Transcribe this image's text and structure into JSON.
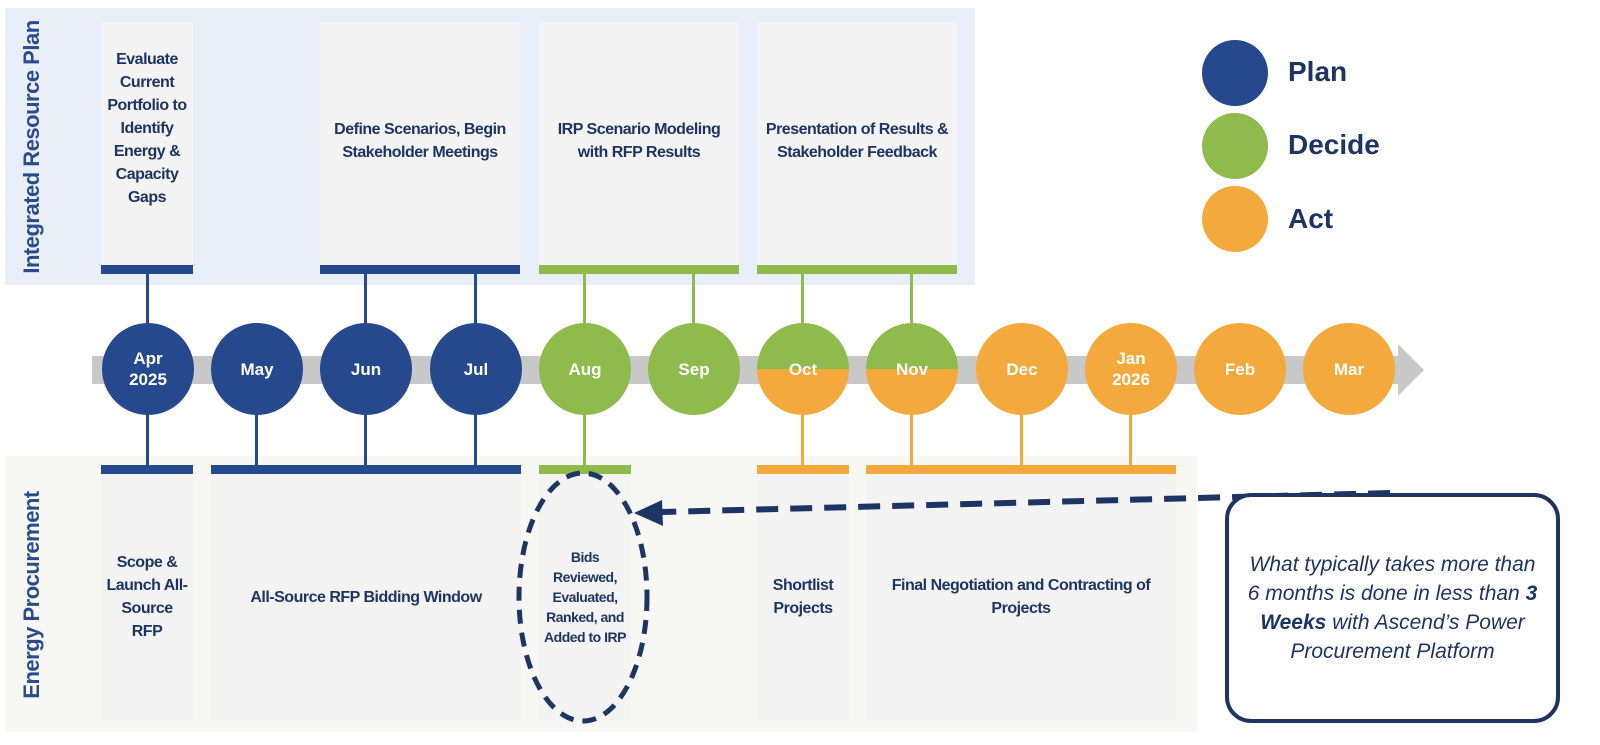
{
  "colors": {
    "plan": "#26498e",
    "decide": "#8fba4c",
    "act": "#f3a93b",
    "arrow": "#c8c8c8",
    "text": "#1e3563"
  },
  "side_labels": {
    "top": "Integrated Resource Plan",
    "bottom": "Energy Procurement"
  },
  "legend": [
    {
      "label": "Plan",
      "color": "#26498e"
    },
    {
      "label": "Decide",
      "color": "#8fba4c"
    },
    {
      "label": "Act",
      "color": "#f3a93b"
    }
  ],
  "months": [
    {
      "line1": "Apr",
      "line2": "2025",
      "phase": "plan"
    },
    {
      "line1": "May",
      "line2": "",
      "phase": "plan"
    },
    {
      "line1": "Jun",
      "line2": "",
      "phase": "plan"
    },
    {
      "line1": "Jul",
      "line2": "",
      "phase": "plan"
    },
    {
      "line1": "Aug",
      "line2": "",
      "phase": "decide"
    },
    {
      "line1": "Sep",
      "line2": "",
      "phase": "decide"
    },
    {
      "line1": "Oct",
      "line2": "",
      "phase": "split"
    },
    {
      "line1": "Nov",
      "line2": "",
      "phase": "split"
    },
    {
      "line1": "Dec",
      "line2": "",
      "phase": "act"
    },
    {
      "line1": "Jan",
      "line2": "2026",
      "phase": "act"
    },
    {
      "line1": "Feb",
      "line2": "",
      "phase": "act"
    },
    {
      "line1": "Mar",
      "line2": "",
      "phase": "act"
    }
  ],
  "irp_tasks": [
    {
      "text": "Evaluate Current Portfolio to Identify Energy & Capacity Gaps"
    },
    {
      "text": "Define Scenarios, Begin Stakeholder Meetings"
    },
    {
      "text": "IRP Scenario Modeling with RFP Results"
    },
    {
      "text": "Presentation of Results & Stakeholder Feedback"
    }
  ],
  "procurement_tasks": [
    {
      "text": "Scope & Launch All-Source RFP"
    },
    {
      "text": "All-Source RFP Bidding Window"
    },
    {
      "text": "Bids Reviewed, Evaluated, Ranked, and Added to IRP"
    },
    {
      "text": "Shortlist Projects"
    },
    {
      "text": "Final Negotiation and Contracting of Projects"
    }
  ],
  "callout": {
    "before": "What typically takes more than 6 months is done in less than ",
    "emphasis": "3 Weeks",
    "after": " with Ascend’s Power Procurement Platform"
  }
}
